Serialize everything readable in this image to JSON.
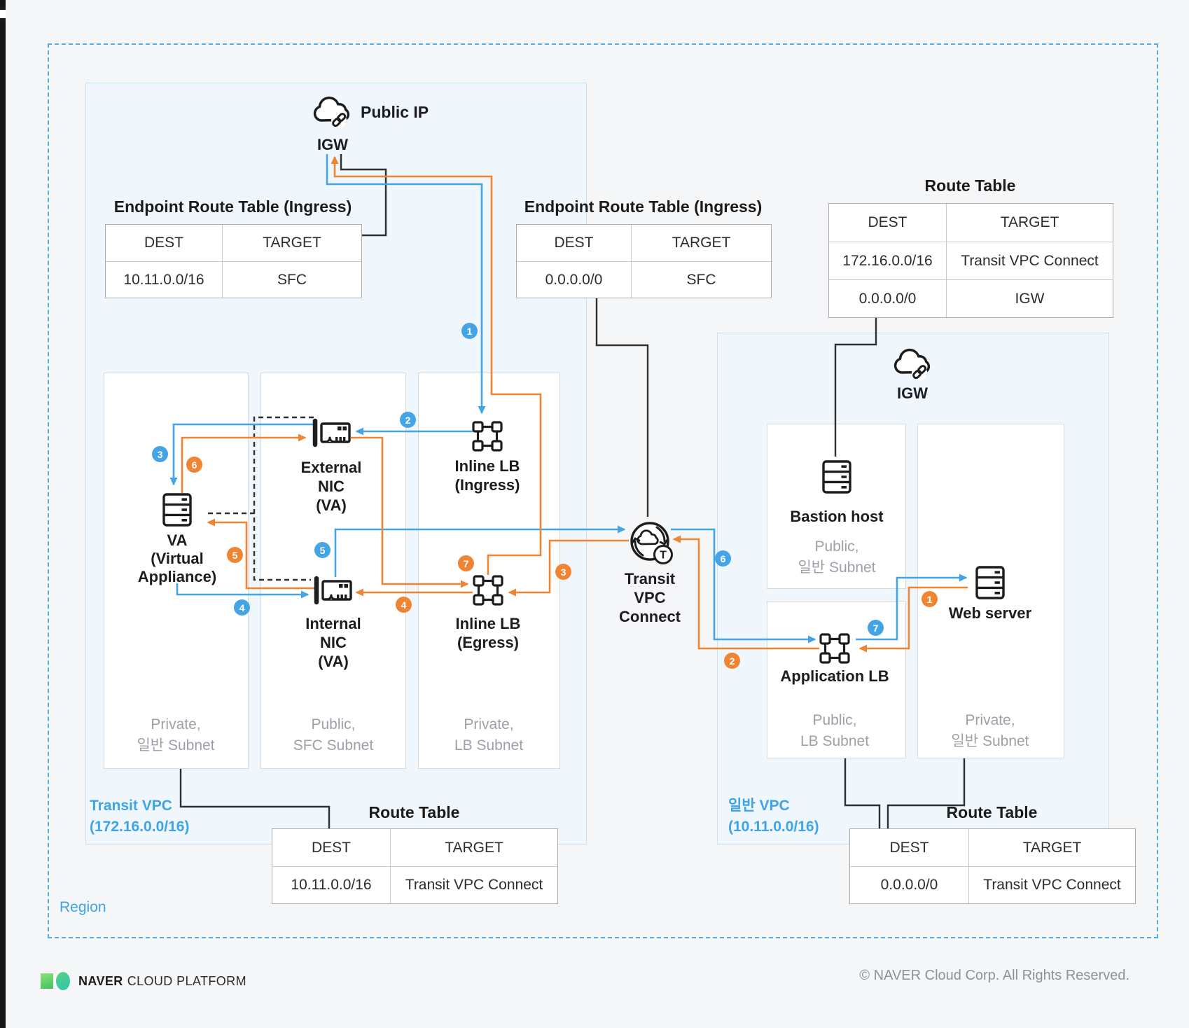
{
  "region_label": "Region",
  "top_igw": {
    "public_ip": "Public IP",
    "igw": "IGW"
  },
  "right_igw": "IGW",
  "vpcs": {
    "transit": {
      "name": "Transit VPC",
      "cidr": "(172.16.0.0/16)"
    },
    "general": {
      "name": "일반 VPC",
      "cidr": "(10.11.0.0/16)"
    }
  },
  "nodes": {
    "inline_lb_ingress": [
      "Inline LB",
      "(Ingress)"
    ],
    "inline_lb_egress": [
      "Inline LB",
      "(Egress)"
    ],
    "external_nic": [
      "External",
      "NIC",
      "(VA)"
    ],
    "internal_nic": [
      "Internal",
      "NIC",
      "(VA)"
    ],
    "va": [
      "VA",
      "(Virtual",
      "Appliance)"
    ],
    "tvc": [
      "Transit",
      "VPC",
      "Connect"
    ],
    "bastion": "Bastion host",
    "application_lb": "Application LB",
    "web_server": "Web server"
  },
  "subnets": {
    "transit_private_general": [
      "Private,",
      "일반 Subnet"
    ],
    "transit_public_sfc": [
      "Public,",
      "SFC Subnet"
    ],
    "transit_private_lb": [
      "Private,",
      "LB Subnet"
    ],
    "general_public_general": [
      "Public,",
      "일반 Subnet"
    ],
    "general_public_lb": [
      "Public,",
      "LB Subnet"
    ],
    "general_private_general": [
      "Private,",
      "일반 Subnet"
    ]
  },
  "tables": {
    "endpoint_left": {
      "title": "Endpoint Route Table (Ingress)",
      "headers": [
        "DEST",
        "TARGET"
      ],
      "rows": [
        [
          "10.11.0.0/16",
          "SFC"
        ]
      ]
    },
    "endpoint_mid": {
      "title": "Endpoint Route Table (Ingress)",
      "headers": [
        "DEST",
        "TARGET"
      ],
      "rows": [
        [
          "0.0.0.0/0",
          "SFC"
        ]
      ]
    },
    "route_top_right": {
      "title": "Route Table",
      "headers": [
        "DEST",
        "TARGET"
      ],
      "rows": [
        [
          "172.16.0.0/16",
          "Transit VPC Connect"
        ],
        [
          "0.0.0.0/0",
          "IGW"
        ]
      ]
    },
    "route_bottom_left": {
      "title": "Route Table",
      "headers": [
        "DEST",
        "TARGET"
      ],
      "rows": [
        [
          "10.11.0.0/16",
          "Transit VPC Connect"
        ]
      ]
    },
    "route_bottom_right": {
      "title": "Route Table",
      "headers": [
        "DEST",
        "TARGET"
      ],
      "rows": [
        [
          "0.0.0.0/0",
          "Transit VPC Connect"
        ]
      ]
    }
  },
  "badges": {
    "blue": [
      "1",
      "2",
      "3",
      "4",
      "5",
      "6",
      "7"
    ],
    "orange": [
      "1",
      "2",
      "3",
      "4",
      "5",
      "6",
      "7"
    ]
  },
  "footer": {
    "brand_primary": "NAVER",
    "brand_secondary": "CLOUD PLATFORM",
    "copyright": "© NAVER Cloud Corp. All Rights Reserved."
  },
  "colors": {
    "ingress_flow_blue": "#45A4E6",
    "egress_flow_orange": "#EF8433",
    "vpc_fill": "#EFF7FD",
    "vpc_border": "#C6E2F5",
    "region_border": "#57ACE4",
    "blue_text": "#3FA3E8"
  }
}
